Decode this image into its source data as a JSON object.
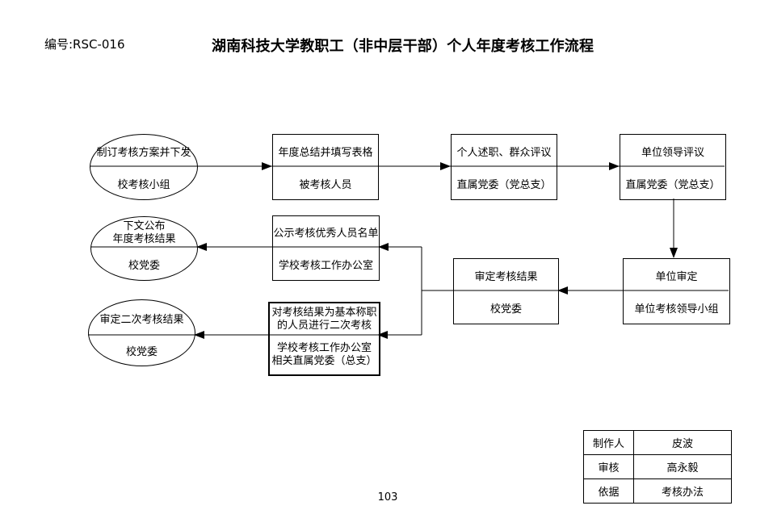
{
  "header": {
    "doc_number": "编号:RSC-016",
    "title": "湖南科技大学教职工（非中层干部）个人年度考核工作流程"
  },
  "flowchart": {
    "nodes": [
      {
        "id": "make-plan",
        "shape": "ellipse",
        "action": "制订考核方案并下发",
        "actor": "校考核小组"
      },
      {
        "id": "annual-summary",
        "shape": "rect",
        "action": "年度总结并填写表格",
        "actor": "被考核人员"
      },
      {
        "id": "personal-report",
        "shape": "rect",
        "action": "个人述职、群众评议",
        "actor": "直属党委（党总支）"
      },
      {
        "id": "unit-leader-review",
        "shape": "rect",
        "action": "单位领导评议",
        "actor": "直属党委（党总支）"
      },
      {
        "id": "unit-verify",
        "shape": "rect",
        "action": "单位审定",
        "actor": "单位考核领导小组"
      },
      {
        "id": "verify-result",
        "shape": "rect",
        "action": "审定考核结果",
        "actor": "校党委"
      },
      {
        "id": "publicize-list",
        "shape": "rect",
        "action": "公示考核优秀人员名单",
        "actor": "学校考核工作办公室"
      },
      {
        "id": "announce-result",
        "shape": "ellipse",
        "action_line1": "下文公布",
        "action_line2": "年度考核结果",
        "actor": "校党委"
      },
      {
        "id": "second-assessment",
        "shape": "rect",
        "action_line1": "对考核结果为基本称职",
        "action_line2": "的人员进行二次考核",
        "actor_line1": "学校考核工作办公室",
        "actor_line2": "相关直属党委（总支）"
      },
      {
        "id": "verify-second-result",
        "shape": "ellipse",
        "action": "审定二次考核结果",
        "actor": "校党委"
      }
    ],
    "edges": [
      {
        "from": "make-plan",
        "to": "annual-summary"
      },
      {
        "from": "annual-summary",
        "to": "personal-report"
      },
      {
        "from": "personal-report",
        "to": "unit-leader-review"
      },
      {
        "from": "unit-leader-review",
        "to": "unit-verify"
      },
      {
        "from": "unit-verify",
        "to": "verify-result"
      },
      {
        "from": "verify-result",
        "to": "publicize-list"
      },
      {
        "from": "verify-result",
        "to": "second-assessment"
      },
      {
        "from": "publicize-list",
        "to": "announce-result"
      },
      {
        "from": "second-assessment",
        "to": "verify-second-result"
      }
    ]
  },
  "info_table": {
    "rows": [
      {
        "label": "制作人",
        "value": "皮波"
      },
      {
        "label": "审核",
        "value": "高永毅"
      },
      {
        "label": "依据",
        "value": "考核办法"
      }
    ]
  },
  "footer": {
    "page_number": "103"
  },
  "colors": {
    "line": "#000000",
    "background": "#ffffff",
    "text": "#000000"
  }
}
